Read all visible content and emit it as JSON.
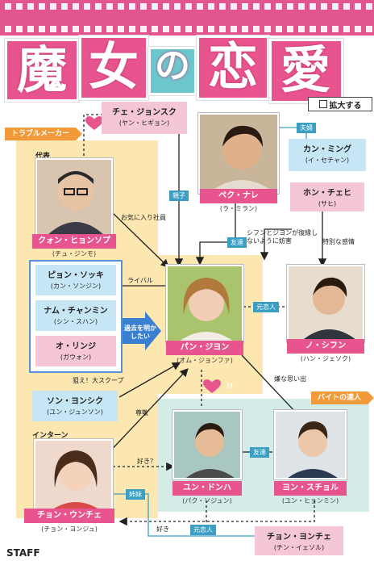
{
  "title": {
    "chars": [
      "魔",
      "女",
      "の",
      "恋",
      "愛"
    ]
  },
  "expand_button": {
    "label": "拡大する"
  },
  "groups": {
    "trouble_maker": "トラブルメーカー",
    "baito": "バイトの達人"
  },
  "roles": {
    "daihyo": "代表",
    "intern": "インターン"
  },
  "characters": {
    "jongsuk": {
      "name": "チェ・ジョンスク",
      "actor": "(ヤン・ヒギョン)"
    },
    "hyonsop": {
      "name": "クォン・ヒョンソプ",
      "actor": "(チュ・ジンモ)"
    },
    "nare": {
      "name": "ペク・ナレ",
      "actor": "(ラ・ミラン)"
    },
    "ming": {
      "name": "カン・ミング",
      "actor": "(イ・セチャン)"
    },
    "chehi": {
      "name": "ホン・チェヒ",
      "actor": "(サヒ)"
    },
    "soki": {
      "name": "ピョン・ソッキ",
      "actor": "(カン・ソンジン)"
    },
    "chanmin": {
      "name": "ナム・チャンミン",
      "actor": "(シン・スハン)"
    },
    "rinji": {
      "name": "オ・リンジ",
      "actor": "(ガウォン)"
    },
    "jiyon": {
      "name": "パン・ジヨン",
      "actor": "(オム・ジョンファ)"
    },
    "shifun": {
      "name": "ノ・シフン",
      "actor": "(ハン・ジェソク)"
    },
    "yonshik": {
      "name": "ソン・ヨンシク",
      "actor": "(ユン・ジュンソン)"
    },
    "dongha": {
      "name": "ユン・ドンハ",
      "actor": "(パク・ソジュン)"
    },
    "schol": {
      "name": "ヨン・スチョル",
      "actor": "(ユン・ヒョンミン)"
    },
    "unche": {
      "name": "チョン・ウンチェ",
      "actor": "(チョン・ヨンジュ)"
    },
    "yonche": {
      "name": "チョン・ヨンチェ",
      "actor": "(チン・イェソル)"
    }
  },
  "relations": {
    "fufu": "夫婦",
    "oyako": "親子",
    "yujin1": "友達",
    "yujin2": "友達",
    "motokoibito1": "元恋人",
    "motokoibito2": "元恋人",
    "shimai": "姉妹",
    "rival": "ライバル",
    "okiniiri": "お気に入り社員",
    "bougai": "シフンとジヨンが復縁しないように妨害",
    "tokubetsu": "特別な感情",
    "nerae": "狙え！大スクープ",
    "sonkei": "尊敬",
    "iyana": "嫌な思い出",
    "suki": "好き？",
    "suki2": "好き",
    "kako": "過去を明かしたい",
    "q1": "!?",
    "q2": "!?"
  },
  "staff": "STAFF",
  "colors": {
    "pink": "#e8558e",
    "teal": "#6cc7cd",
    "yellow": "#fde7b1",
    "blue": "#3a9fc2"
  }
}
